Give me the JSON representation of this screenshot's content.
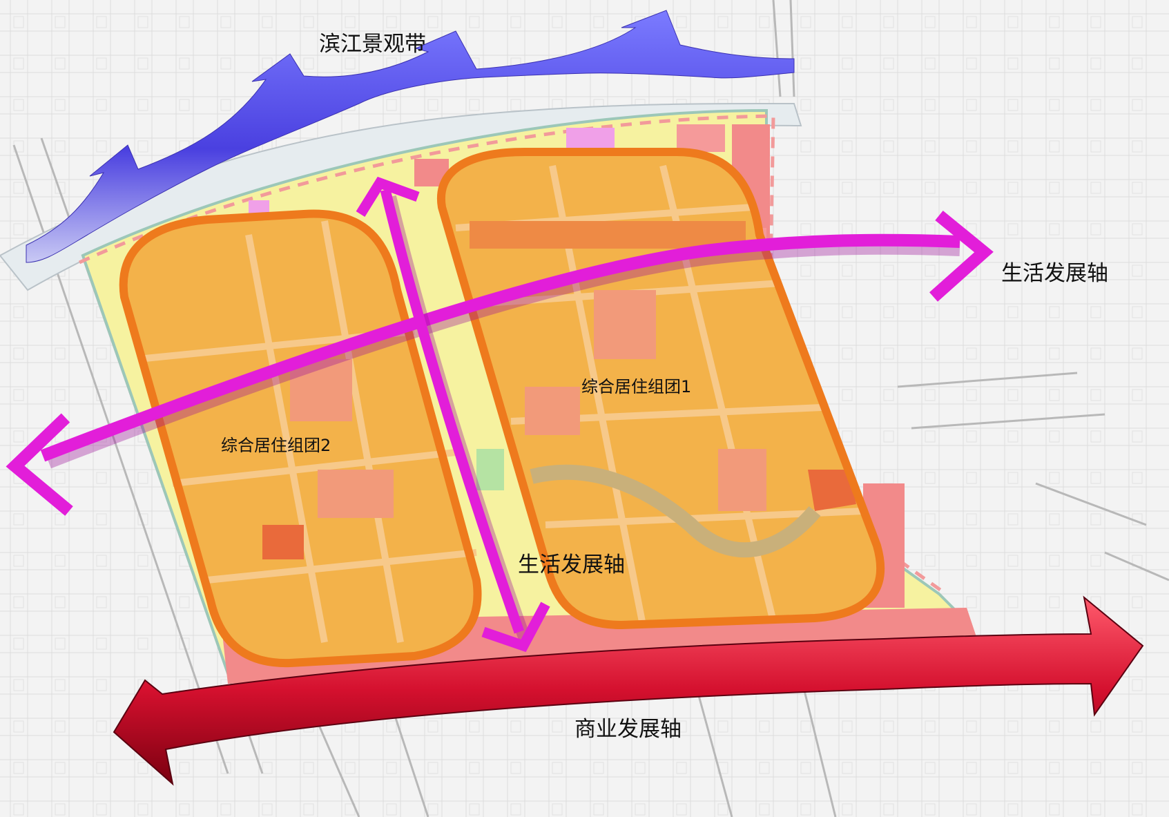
{
  "labels": {
    "riverfront": "滨江景观带",
    "living_axis_east": "生活发展轴",
    "living_axis_vertical": "生活发展轴",
    "commercial_axis": "商业发展轴",
    "cluster_1": "综合居住组团1",
    "cluster_2": "综合居住组团2"
  },
  "colors": {
    "riverfront_band": "#4a40e0",
    "living_axis": "#e21ed9",
    "commercial_axis": "#d4102e",
    "cluster_outline": "#ee7a1d",
    "residential_fill": "#f3b24a",
    "commercial_land": "#f28a8a",
    "green_space": "#b5e3a3",
    "background_map": "#f4f4f4"
  }
}
